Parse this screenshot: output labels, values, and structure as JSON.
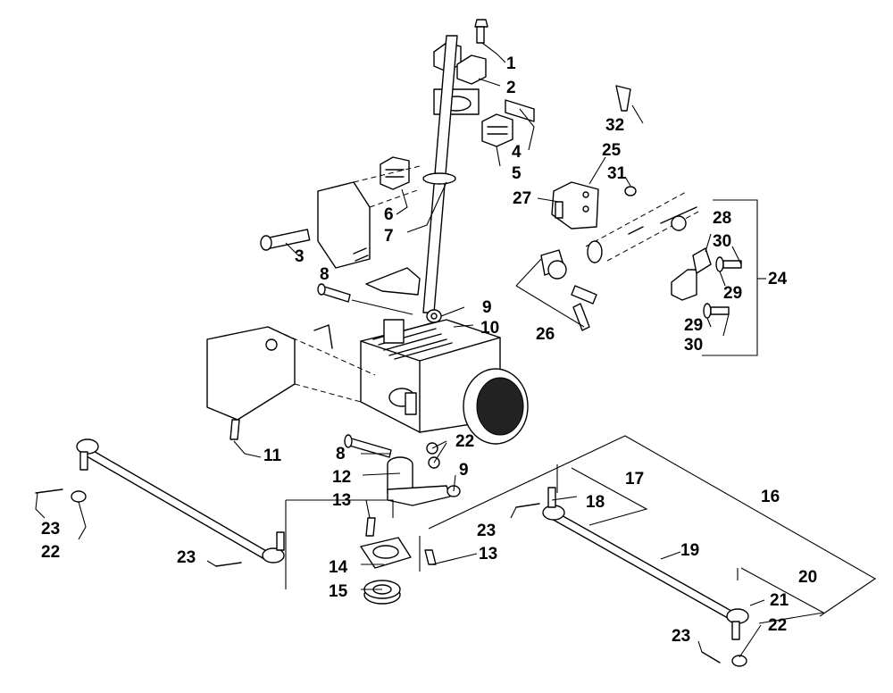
{
  "diagram": {
    "callouts": [
      {
        "id": "c1",
        "text": "1"
      },
      {
        "id": "c2",
        "text": "2"
      },
      {
        "id": "c3",
        "text": "3"
      },
      {
        "id": "c4",
        "text": "4"
      },
      {
        "id": "c5",
        "text": "5"
      },
      {
        "id": "c6",
        "text": "6"
      },
      {
        "id": "c7",
        "text": "7"
      },
      {
        "id": "c8a",
        "text": "8"
      },
      {
        "id": "c8b",
        "text": "8"
      },
      {
        "id": "c9a",
        "text": "9"
      },
      {
        "id": "c9b",
        "text": "9"
      },
      {
        "id": "c10",
        "text": "10"
      },
      {
        "id": "c11",
        "text": "11"
      },
      {
        "id": "c12",
        "text": "12"
      },
      {
        "id": "c13a",
        "text": "13"
      },
      {
        "id": "c13b",
        "text": "13"
      },
      {
        "id": "c14",
        "text": "14"
      },
      {
        "id": "c15",
        "text": "15"
      },
      {
        "id": "c16",
        "text": "16"
      },
      {
        "id": "c17",
        "text": "17"
      },
      {
        "id": "c18",
        "text": "18"
      },
      {
        "id": "c19",
        "text": "19"
      },
      {
        "id": "c20",
        "text": "20"
      },
      {
        "id": "c21",
        "text": "21"
      },
      {
        "id": "c22a",
        "text": "22"
      },
      {
        "id": "c22b",
        "text": "22"
      },
      {
        "id": "c22c",
        "text": "22"
      },
      {
        "id": "c23a",
        "text": "23"
      },
      {
        "id": "c23b",
        "text": "23"
      },
      {
        "id": "c23c",
        "text": "23"
      },
      {
        "id": "c23d",
        "text": "23"
      },
      {
        "id": "c24",
        "text": "24"
      },
      {
        "id": "c25",
        "text": "25"
      },
      {
        "id": "c26",
        "text": "26"
      },
      {
        "id": "c27",
        "text": "27"
      },
      {
        "id": "c28",
        "text": "28"
      },
      {
        "id": "c29a",
        "text": "29"
      },
      {
        "id": "c29b",
        "text": "29"
      },
      {
        "id": "c30a",
        "text": "30"
      },
      {
        "id": "c30b",
        "text": "30"
      },
      {
        "id": "c31",
        "text": "31"
      },
      {
        "id": "c32",
        "text": "32"
      }
    ]
  }
}
